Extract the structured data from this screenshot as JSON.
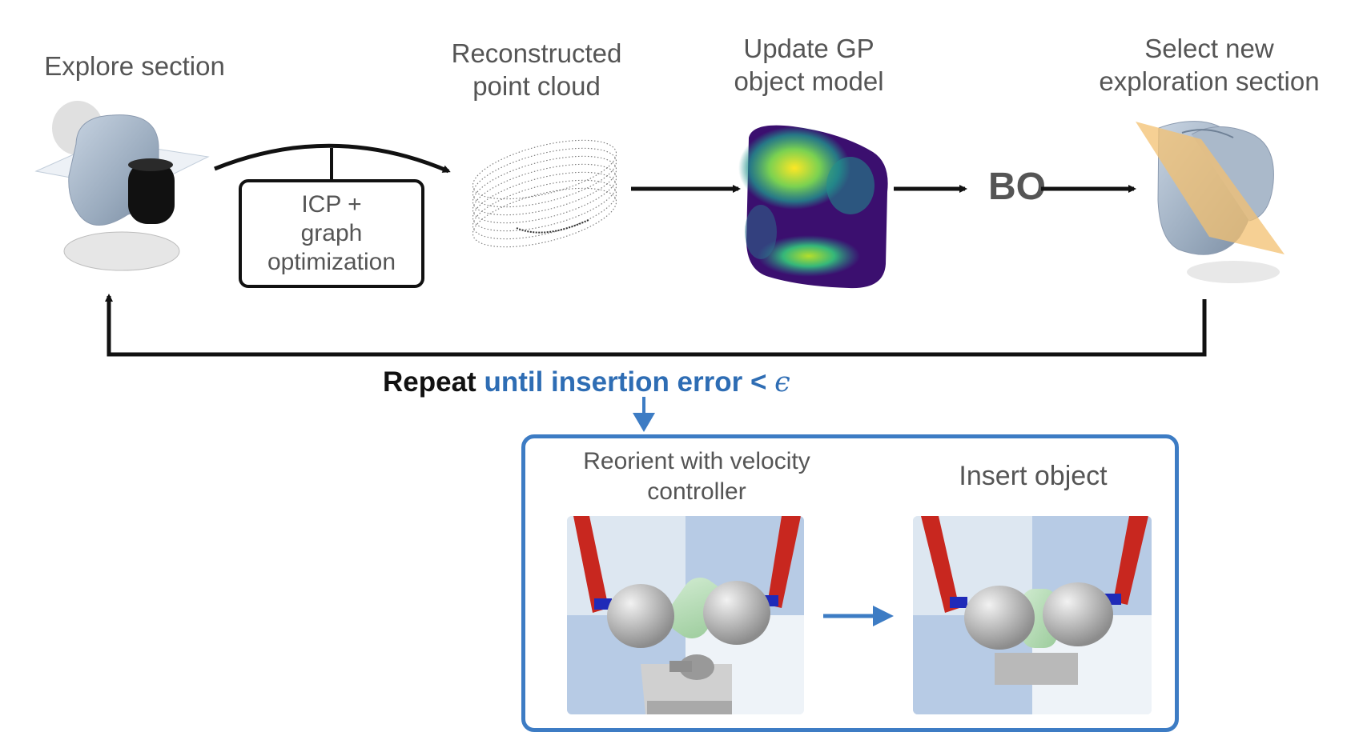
{
  "steps": {
    "explore": {
      "line1": "Explore section"
    },
    "reconstruct": {
      "line1": "Reconstructed",
      "line2": "point cloud"
    },
    "update_gp": {
      "line1": "Update GP",
      "line2": "object model"
    },
    "select_new": {
      "line1": "Select new",
      "line2": "exploration section"
    }
  },
  "icp_box": {
    "line1": "ICP +",
    "line2": "graph",
    "line3": "optimization"
  },
  "bo_label": "BO",
  "loop": {
    "repeat_word": "Repeat",
    "condition": "until insertion error <",
    "epsilon": "ϵ"
  },
  "insertion_panel": {
    "reorient": {
      "line1": "Reorient with velocity",
      "line2": "controller"
    },
    "insert": {
      "line1": "Insert object"
    }
  },
  "colors": {
    "accent_blue": "#3d7cc4",
    "text_gray": "#555555",
    "arrow_black": "#111111",
    "gripper_red": "#c8271f",
    "gp_low": "#3b0f6f",
    "gp_mid": "#21918c",
    "gp_high": "#fde725",
    "section_plane": "#f3c070"
  }
}
